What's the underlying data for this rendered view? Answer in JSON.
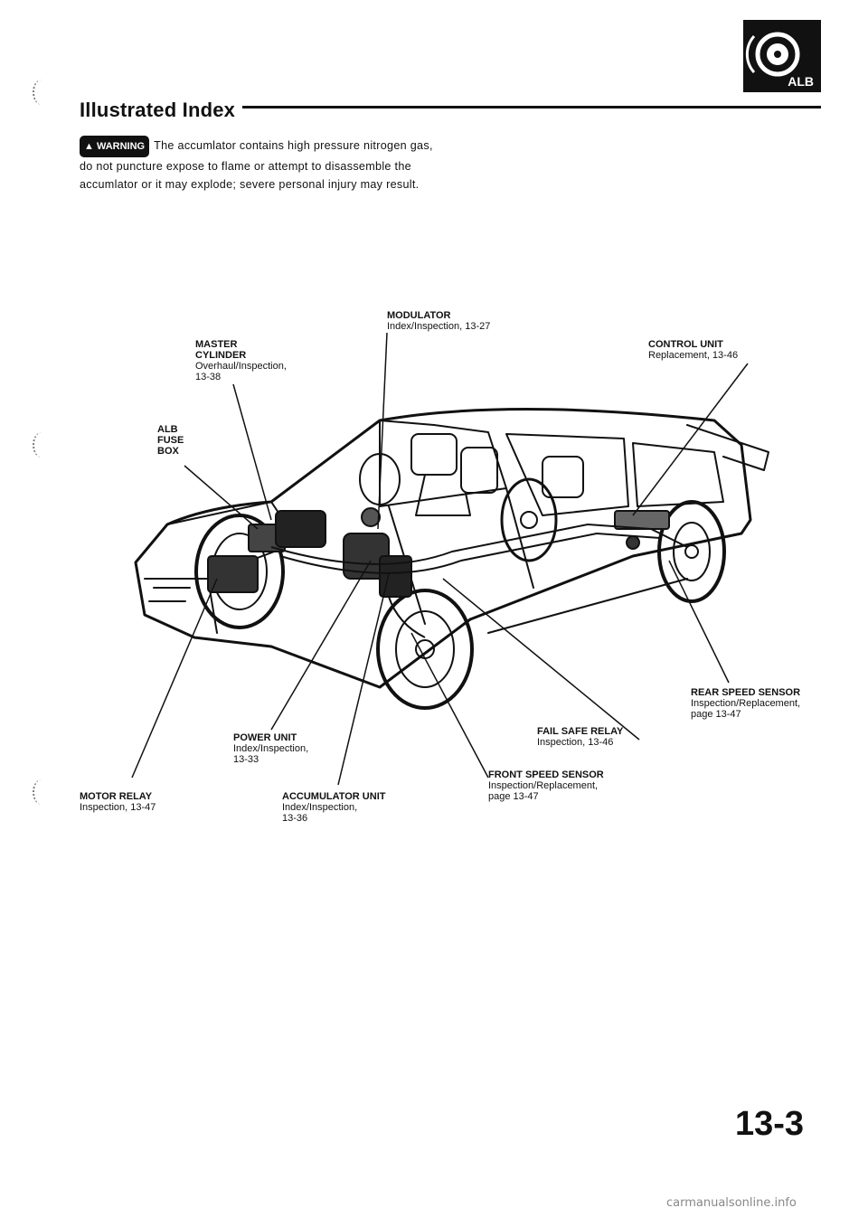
{
  "header": {
    "title": "Illustrated Index",
    "logo_label": "ALB"
  },
  "warning": {
    "badge": "WARNING",
    "text": "The accumlator contains high pressure nitrogen gas, do not puncture expose to flame or attempt to disassemble the accumlator or it may explode; severe personal injury may result."
  },
  "callouts": {
    "modulator": {
      "name": "MODULATOR",
      "ref": "Index/Inspection, 13-27"
    },
    "master_cylinder": {
      "name": "MASTER\nCYLINDER",
      "ref": "Overhaul/Inspection,\n13-38"
    },
    "control_unit": {
      "name": "CONTROL UNIT",
      "ref": "Replacement, 13-46"
    },
    "alb_fuse_box": {
      "name": "ALB\nFUSE\nBOX",
      "ref": ""
    },
    "rear_speed_sensor": {
      "name": "REAR SPEED SENSOR",
      "ref": "Inspection/Replacement,\npage 13-47"
    },
    "power_unit": {
      "name": "POWER UNIT",
      "ref": "Index/Inspection,\n13-33"
    },
    "fail_safe_relay": {
      "name": "FAIL SAFE RELAY",
      "ref": "Inspection, 13-46"
    },
    "front_speed_sensor": {
      "name": "FRONT SPEED SENSOR",
      "ref": "Inspection/Replacement,\npage 13-47"
    },
    "motor_relay": {
      "name": "MOTOR RELAY",
      "ref": "Inspection, 13-47"
    },
    "accumulator_unit": {
      "name": "ACCUMULATOR UNIT",
      "ref": "Index/Inspection,\n13-36"
    }
  },
  "page_number": "13-3",
  "footer": "carmanualsonline.info",
  "colors": {
    "ink": "#111111",
    "background": "#ffffff"
  }
}
